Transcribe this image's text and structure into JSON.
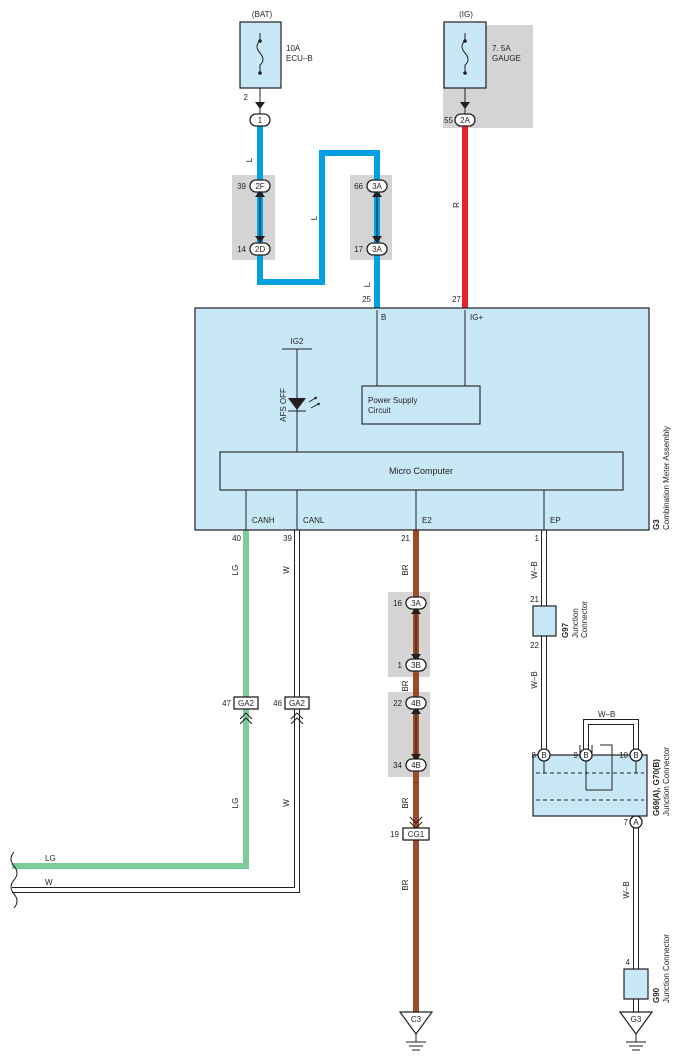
{
  "colors": {
    "wire_L": "#00a0e3",
    "wire_R": "#e3242b",
    "wire_LG": "#7ccb9a",
    "wire_BR": "#9b4a2c",
    "wire_W": "#ffffff",
    "wire_WB": "#ffffff",
    "component_fill": "#c8e8f8",
    "connector_block": "#d4d4d4",
    "ink": "#231f20"
  },
  "sources": {
    "bat": {
      "label": "(BAT)",
      "fuse_rating": "10A",
      "fuse_name": "ECU–B"
    },
    "ig": {
      "label": "(IG)",
      "fuse_rating": "7. 5A",
      "fuse_name": "GAUGE"
    }
  },
  "pins": {
    "bat_fuse_out": "2",
    "ig_fuse_out": "55",
    "p39": "39",
    "p14": "14",
    "p66": "66",
    "p17": "17",
    "p25": "25",
    "p27": "27",
    "p40": "40",
    "p39b": "39",
    "p21": "21",
    "p1": "1",
    "p16": "16",
    "p1b": "1",
    "p22": "22",
    "p34": "34",
    "p47": "47",
    "p46": "46",
    "p19": "19",
    "g97_in": "21",
    "g97_out": "22",
    "g69_p8": "8",
    "g69_p9": "9",
    "g69_p10": "10",
    "g69_p7": "7",
    "g90_p4": "4"
  },
  "connectors": {
    "c1": "1",
    "c2a": "2A",
    "c2f": "2F",
    "c2d": "2D",
    "c3a_top": "3A",
    "c3a_bot": "3A",
    "c3a_lower": "3A",
    "c3b": "3B",
    "c4b_top": "4B",
    "c4b_bot": "4B",
    "ga2_lg": "GA2",
    "ga2_w": "GA2",
    "cg1": "CG1",
    "b8": "B",
    "b9": "B",
    "b10": "B",
    "a7": "A"
  },
  "wire_labels": {
    "l1": "L",
    "l2": "L",
    "l3": "L",
    "r1": "R",
    "lg1": "LG",
    "lg2": "LG",
    "lg3": "LG",
    "w1": "W",
    "w2": "W",
    "w3": "W",
    "br1": "BR",
    "br2": "BR",
    "br3": "BR",
    "br4": "BR",
    "wb1": "W–B",
    "wb2": "W–B",
    "wb3": "W–B",
    "wb4": "W–B"
  },
  "meter": {
    "id": "G3",
    "name": "Combination Meter Assembly",
    "term_b": "B",
    "term_ig": "IG+",
    "ig2": "IG2",
    "afs_off": "AFS OFF",
    "power_supply_1": "Power Supply",
    "power_supply_2": "Circuit",
    "micro_computer": "Micro Computer",
    "canh": "CANH",
    "canl": "CANL",
    "e2": "E2",
    "ep": "EP"
  },
  "g97": {
    "id": "G97",
    "name_1": "Junction",
    "name_2": "Connector"
  },
  "g69": {
    "id": "G69(A), G70(B)",
    "name": "Junction Connector"
  },
  "g90": {
    "id": "G90",
    "name": "Junction Connector"
  },
  "grounds": {
    "c3": "C3",
    "g3": "G3"
  }
}
